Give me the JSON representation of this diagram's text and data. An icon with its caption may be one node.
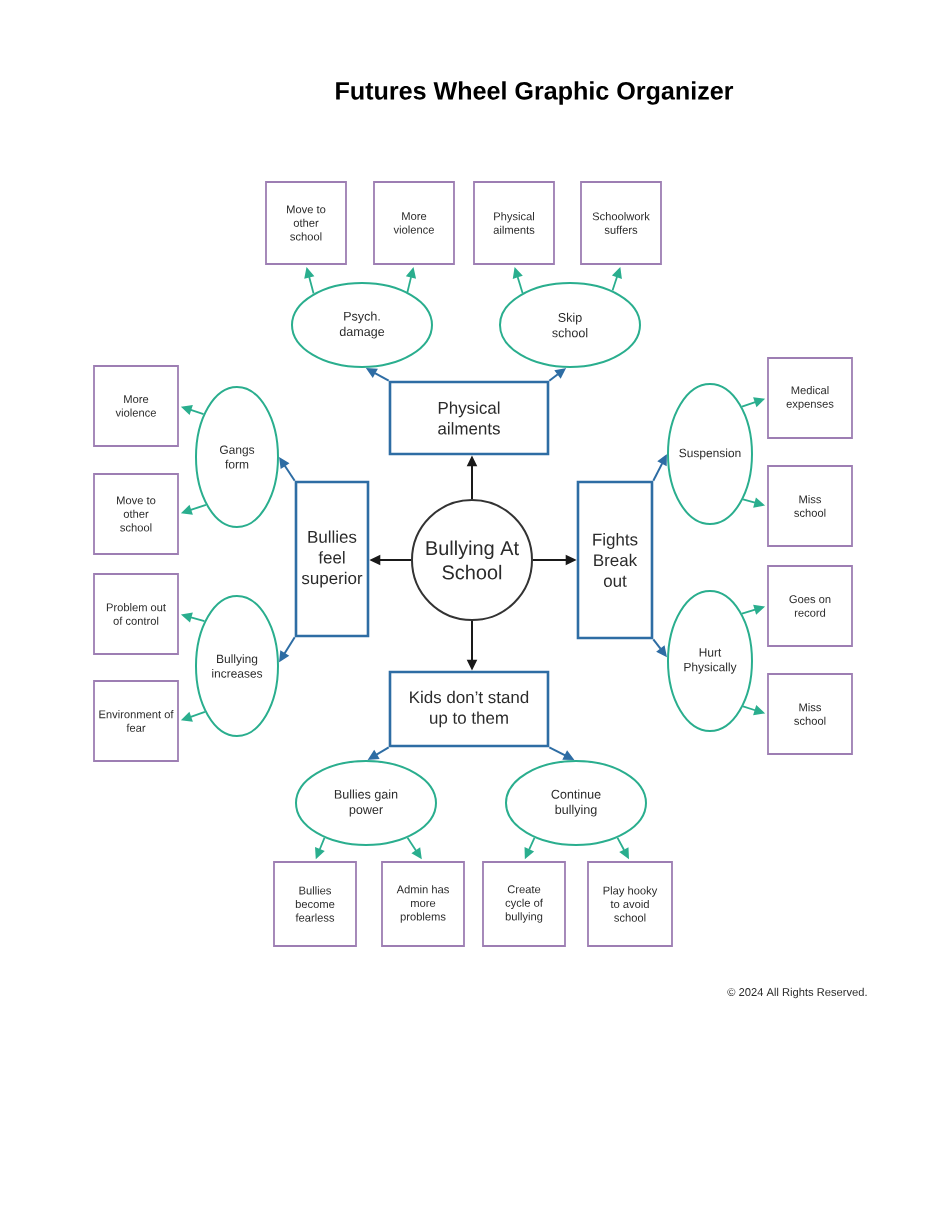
{
  "diagram": {
    "title": "Futures Wheel Graphic Organizer",
    "nodes": [
      {
        "text": [
          "Move to other school"
        ]
      },
      {
        "text": [
          "More violence"
        ]
      },
      {
        "text": [
          "Physical ailments"
        ]
      },
      {
        "text": [
          "Schoolwork suffers"
        ]
      },
      {
        "text": [
          "Psych. damage"
        ]
      },
      {
        "text": [
          "Skip school"
        ]
      },
      {
        "text": [
          "More violence"
        ]
      },
      {
        "text": [
          "Physical ailments"
        ]
      },
      {
        "text": [
          "Medical expenses"
        ]
      },
      {
        "text": [
          "Gangs form"
        ]
      },
      {
        "text": [
          "Suspension"
        ]
      },
      {
        "text": [
          "Move to other school"
        ]
      },
      {
        "text": [
          "Miss school"
        ]
      },
      {
        "text": [
          "Bullies feel superior"
        ]
      },
      {
        "text": [
          "Bullying At School"
        ]
      },
      {
        "text": [
          "Fights Break out"
        ]
      },
      {
        "text": [
          "Problem out of control"
        ]
      },
      {
        "text": [
          "Goes on record"
        ]
      },
      {
        "text": [
          "Bullying increases"
        ]
      },
      {
        "text": [
          "Hurt Physically"
        ]
      },
      {
        "text": [
          "Environment of fear"
        ]
      },
      {
        "text": [
          "Kids don’t stand up to them"
        ]
      },
      {
        "text": [
          "Miss school"
        ]
      },
      {
        "text": [
          "Bullies gain power"
        ]
      },
      {
        "text": [
          "Continue bullying"
        ]
      },
      {
        "text": [
          "Bullies become fearless"
        ]
      },
      {
        "text": [
          "Admin has more problems"
        ]
      },
      {
        "text": [
          "Create cycle of bullying"
        ]
      },
      {
        "text": [
          "Play hooky to avoid school"
        ]
      }
    ],
    "edges": [
      {
        "from": 14,
        "to": 7,
        "arrow": "to",
        "color": "#1a1a1a"
      },
      {
        "from": 14,
        "to": 13,
        "arrow": "to",
        "color": "#1a1a1a"
      },
      {
        "from": 14,
        "to": 15,
        "arrow": "to",
        "color": "#1a1a1a"
      },
      {
        "from": 14,
        "to": 21,
        "arrow": "to",
        "color": "#1a1a1a"
      },
      {
        "from": 7,
        "to": 4,
        "arrow": "to",
        "color": "#2e6da4"
      },
      {
        "from": 7,
        "to": 5,
        "arrow": "to",
        "color": "#2e6da4"
      },
      {
        "from": 13,
        "to": 9,
        "arrow": "to",
        "color": "#2e6da4"
      },
      {
        "from": 13,
        "to": 18,
        "arrow": "to",
        "color": "#2e6da4"
      },
      {
        "from": 15,
        "to": 10,
        "arrow": "to",
        "color": "#2e6da4"
      },
      {
        "from": 15,
        "to": 19,
        "arrow": "to",
        "color": "#2e6da4"
      },
      {
        "from": 21,
        "to": 23,
        "arrow": "to",
        "color": "#2e6da4"
      },
      {
        "from": 21,
        "to": 24,
        "arrow": "to",
        "color": "#2e6da4"
      },
      {
        "from": 4,
        "to": 0,
        "arrow": "to"
      },
      {
        "from": 4,
        "to": 1,
        "arrow": "to"
      },
      {
        "from": 5,
        "to": 2,
        "arrow": "to"
      },
      {
        "from": 5,
        "to": 3,
        "arrow": "to"
      },
      {
        "from": 9,
        "to": 6,
        "arrow": "to"
      },
      {
        "from": 9,
        "to": 11,
        "arrow": "to"
      },
      {
        "from": 18,
        "to": 16,
        "arrow": "to"
      },
      {
        "from": 18,
        "to": 20,
        "arrow": "to"
      },
      {
        "from": 10,
        "to": 8,
        "arrow": "to"
      },
      {
        "from": 10,
        "to": 12,
        "arrow": "to"
      },
      {
        "from": 19,
        "to": 17,
        "arrow": "to"
      },
      {
        "from": 19,
        "to": 22,
        "arrow": "to"
      },
      {
        "from": 23,
        "to": 25,
        "arrow": "to"
      },
      {
        "from": 23,
        "to": 26,
        "arrow": "to"
      },
      {
        "from": 24,
        "to": 27,
        "arrow": "to"
      },
      {
        "from": 24,
        "to": 28,
        "arrow": "to"
      }
    ],
    "labels": [
      "© 2024 All Rights Reserved."
    ]
  }
}
